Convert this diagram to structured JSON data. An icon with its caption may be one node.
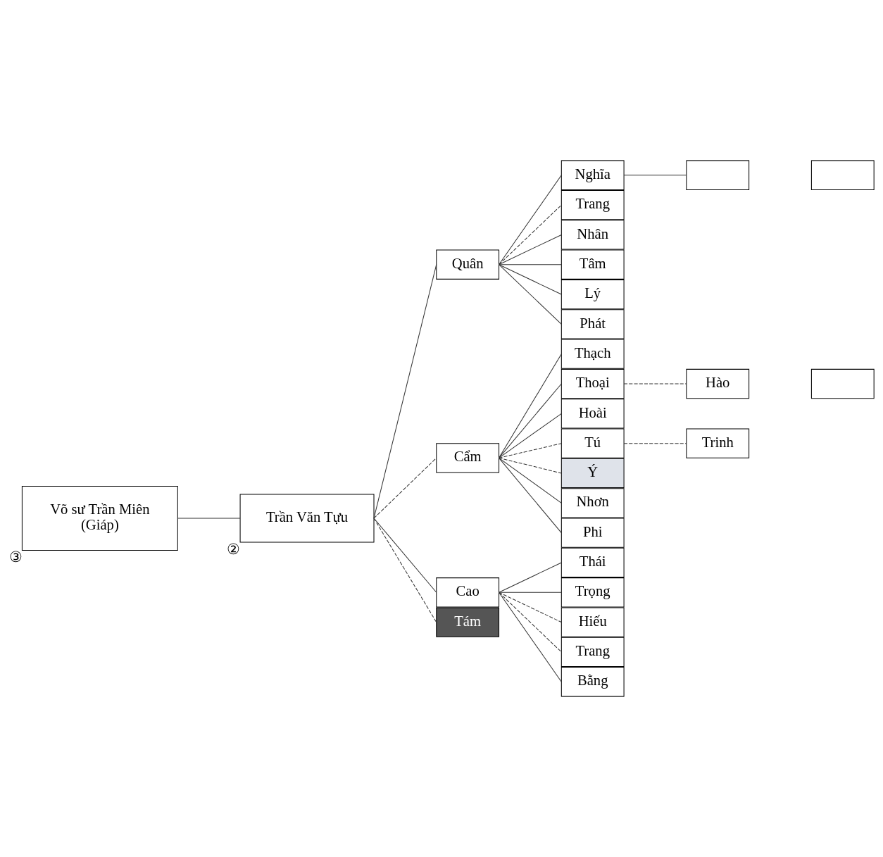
{
  "diagram": {
    "nodes": [
      {
        "text": [
          "Võ sư Trần Miên",
          "(Giáp)"
        ],
        "beside": [
          "③"
        ]
      },
      {
        "text": [
          "Trần Văn Tựu"
        ],
        "beside": [
          "②"
        ]
      },
      {
        "text": [
          "Quân"
        ]
      },
      {
        "text": [
          "Nghĩa"
        ]
      },
      {
        "text": [
          "Trang"
        ]
      },
      {
        "text": [
          "Nhân"
        ]
      },
      {
        "text": [
          "Tâm"
        ]
      },
      {
        "text": [
          "Lý"
        ]
      },
      {
        "text": [
          "Phát"
        ]
      },
      {
        "text": [],
        "shape": "box"
      },
      {
        "text": [],
        "shape": "box"
      },
      {
        "text": [
          "Cẩm"
        ]
      },
      {
        "text": [
          "Thạch"
        ]
      },
      {
        "text": [
          "Thoại"
        ]
      },
      {
        "text": [
          "Hoài"
        ]
      },
      {
        "text": [
          "Tú"
        ]
      },
      {
        "text": [
          "Ý"
        ]
      },
      {
        "text": [
          "Nhơn"
        ]
      },
      {
        "text": [
          "Phi"
        ]
      },
      {
        "text": [
          "Hào"
        ]
      },
      {
        "text": [],
        "shape": "box"
      },
      {
        "text": [
          "Trinh"
        ]
      },
      {
        "text": [
          "Cao"
        ]
      },
      {
        "text": [
          "Tám"
        ]
      },
      {
        "text": [
          "Thái"
        ]
      },
      {
        "text": [
          "Trọng"
        ]
      },
      {
        "text": [
          "Hiếu"
        ]
      },
      {
        "text": [
          "Trang"
        ]
      },
      {
        "text": [
          "Bằng"
        ]
      }
    ],
    "edges": [
      {
        "from": 0,
        "to": 1,
        "arrow": "none"
      },
      {
        "from": 1,
        "to": 2,
        "arrow": "none"
      },
      {
        "from": 1,
        "to": 11,
        "arrow": "none",
        "style": "dashed"
      },
      {
        "from": 1,
        "to": 22,
        "arrow": "none"
      },
      {
        "from": 1,
        "to": 23,
        "arrow": "none",
        "style": "dashed"
      },
      {
        "from": 2,
        "to": 3,
        "arrow": "none"
      },
      {
        "from": 2,
        "to": 4,
        "arrow": "none",
        "style": "dashed"
      },
      {
        "from": 2,
        "to": 5,
        "arrow": "none"
      },
      {
        "from": 2,
        "to": 6,
        "arrow": "none"
      },
      {
        "from": 2,
        "to": 7,
        "arrow": "none"
      },
      {
        "from": 2,
        "to": 8,
        "arrow": "none"
      },
      {
        "from": 3,
        "to": 9,
        "arrow": "none"
      },
      {
        "from": 11,
        "to": 12,
        "arrow": "none"
      },
      {
        "from": 11,
        "to": 13,
        "arrow": "none"
      },
      {
        "from": 11,
        "to": 14,
        "arrow": "none"
      },
      {
        "from": 11,
        "to": 15,
        "arrow": "none",
        "style": "dashed"
      },
      {
        "from": 11,
        "to": 16,
        "arrow": "none",
        "style": "dashed"
      },
      {
        "from": 11,
        "to": 17,
        "arrow": "none"
      },
      {
        "from": 11,
        "to": 18,
        "arrow": "none"
      },
      {
        "from": 13,
        "to": 19,
        "arrow": "none",
        "style": "dashed"
      },
      {
        "from": 15,
        "to": 21,
        "arrow": "none",
        "style": "dashed"
      },
      {
        "from": 22,
        "to": 24,
        "arrow": "none"
      },
      {
        "from": 22,
        "to": 25,
        "arrow": "none"
      },
      {
        "from": 22,
        "to": 26,
        "arrow": "none",
        "style": "dashed"
      },
      {
        "from": 22,
        "to": 27,
        "arrow": "none",
        "style": "dashed"
      },
      {
        "from": 22,
        "to": 28,
        "arrow": "none"
      }
    ]
  }
}
